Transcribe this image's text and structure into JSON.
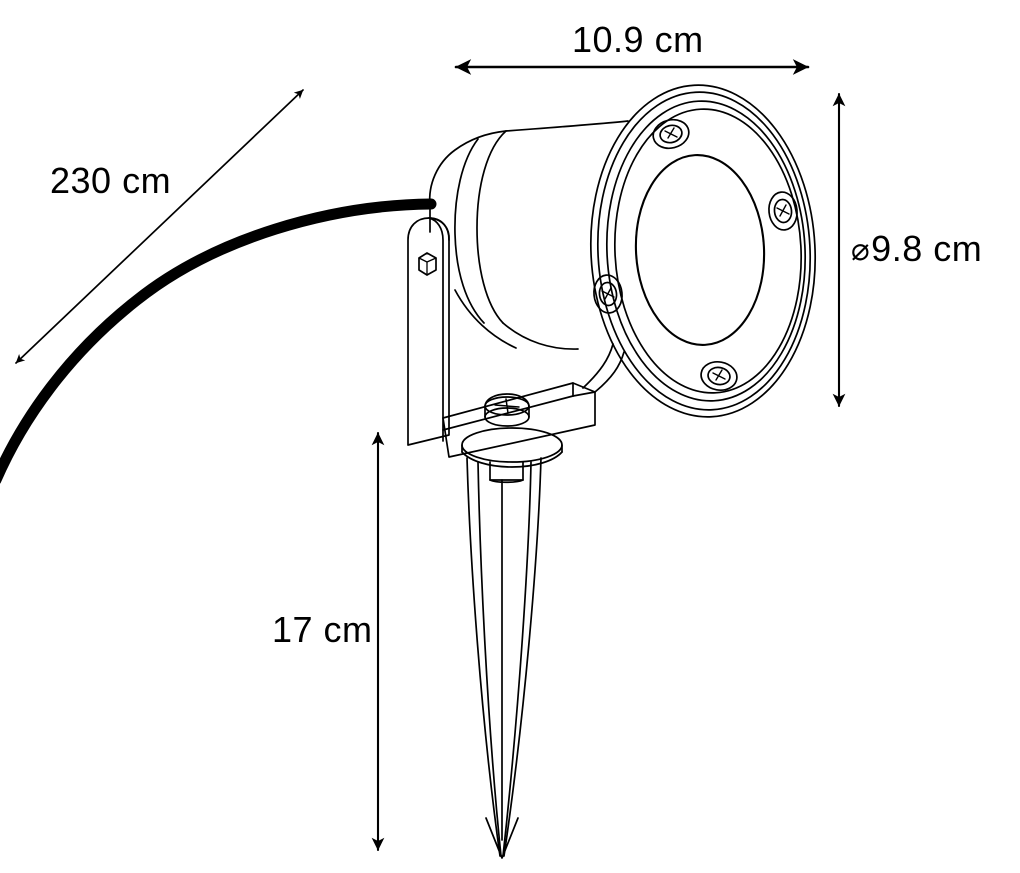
{
  "drawing": {
    "title": "Outdoor ground spike spotlight technical dimension drawing",
    "background_color": "#ffffff",
    "line_color": "#000000",
    "cable_color": "#000000",
    "units": "cm"
  },
  "dimensions": {
    "width": {
      "label": "10.9 cm",
      "value": 10.9,
      "unit": "cm",
      "orientation": "horizontal",
      "describes": "lamp head diameter / overall width"
    },
    "diameter": {
      "symbol": "⌀",
      "label": "9.8 cm",
      "value": 9.8,
      "unit": "cm",
      "orientation": "vertical",
      "describes": "front bezel diameter"
    },
    "height": {
      "label": "17 cm",
      "value": 17,
      "unit": "cm",
      "orientation": "vertical",
      "describes": "ground spike length"
    },
    "cable": {
      "label": "230 cm",
      "value": 230,
      "unit": "cm",
      "orientation": "diagonal",
      "describes": "power cable length"
    }
  },
  "parts": {
    "lamp_head": "lamp-head-bezel",
    "lens": "glass-lens",
    "bezel_screws": 4,
    "housing": "cylindrical-lamp-housing",
    "bracket": "u-shaped-mounting-bracket",
    "hex_bolt": "hex-bolt",
    "base_screw": "phillips-base-screw",
    "spike": "ground-spike",
    "cable": "power-cable"
  }
}
